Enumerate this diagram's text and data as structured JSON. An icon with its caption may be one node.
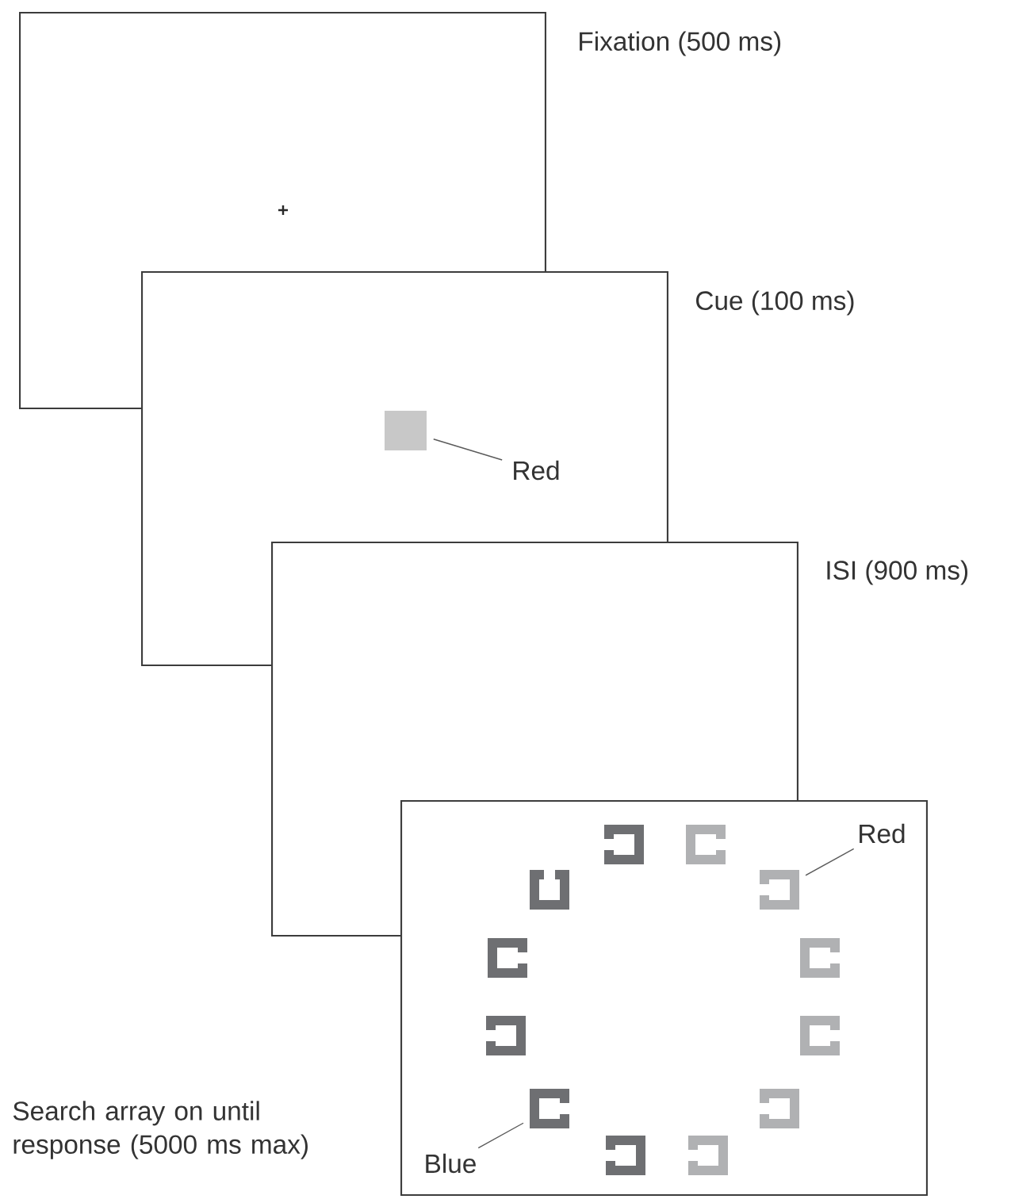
{
  "diagram": {
    "nodes": [
      {
        "text": [],
        "shape": "box",
        "beside": [
          "Fixation (500 ms)"
        ]
      },
      {
        "text": [],
        "shape": "box",
        "beside": [
          "Cue (100 ms)"
        ]
      },
      {
        "text": [],
        "shape": "box",
        "in": 1
      },
      {
        "text": [
          "Red"
        ],
        "in": 1
      },
      {
        "text": [],
        "shape": "box",
        "beside": [
          "ISI (900 ms)"
        ]
      },
      {
        "text": [],
        "shape": "box",
        "beside": [
          "Search array on until response (5000 ms max)"
        ]
      },
      {
        "text": [
          "Red"
        ],
        "in": 5
      },
      {
        "text": [],
        "shape": "bracket"
      },
      {
        "text": [
          "Blue"
        ],
        "in": 5
      },
      {
        "text": [],
        "shape": "bracket",
        "in": 5
      }
    ],
    "edges": [
      {
        "from": 3,
        "to": 2,
        "arrow": "none"
      },
      {
        "from": 6,
        "to": 7,
        "arrow": "none"
      },
      {
        "from": 8,
        "to": 9,
        "arrow": "none"
      }
    ]
  }
}
